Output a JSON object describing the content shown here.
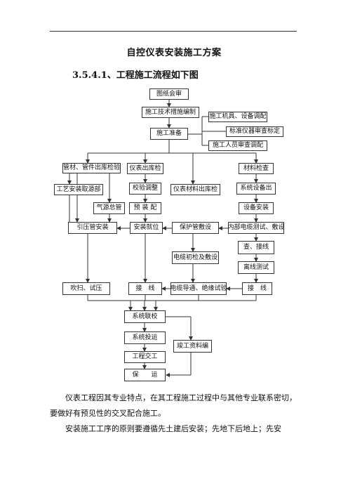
{
  "doc": {
    "title": "自控仪表安装施工方案",
    "section_heading": "3.5.4.1、工程施工流程如下图"
  },
  "flow": {
    "n01": "图纸会审",
    "n02": "施工技术措施编制",
    "n03": "施工机具、设备调配",
    "n04": "施工准备",
    "n05": "标准仪器审查标定",
    "n06": "施工人员审查调配",
    "n07": "管材、管件出库检验",
    "n08": "仪表出库检",
    "n09": "材料检查",
    "n10": "工艺安装取源部",
    "n11": "校验调整",
    "n12": "仪表材料出库检",
    "n13": "系统设备出",
    "n14": "气源总管",
    "n15": "预 装 配",
    "n16": "设备安装",
    "n17": "引压管安装",
    "n18": "安装就位",
    "n19": "保护管敷设",
    "n20": "内部电缆测试、敷设",
    "n21": "查、接线",
    "n22": "电缆初检及敷设",
    "n23": "离线测试",
    "n24": "吹扫、试压",
    "n25": "接　线",
    "n26": "电缆导通、绝缘试验",
    "n27": "接　线",
    "n28": "系统联校",
    "n29": "系统投运",
    "n30": "竣工资料编",
    "n31": "工程交工",
    "n32": "保　　运"
  },
  "body": {
    "para1": "仪表工程因其专业特点，在其工程施工过程中与其他专业联系密切，要做好有预见性的交叉配合施工。",
    "para2": "安装施工工序的原则要遵循先土建后安装；先地下后地上；先安"
  }
}
